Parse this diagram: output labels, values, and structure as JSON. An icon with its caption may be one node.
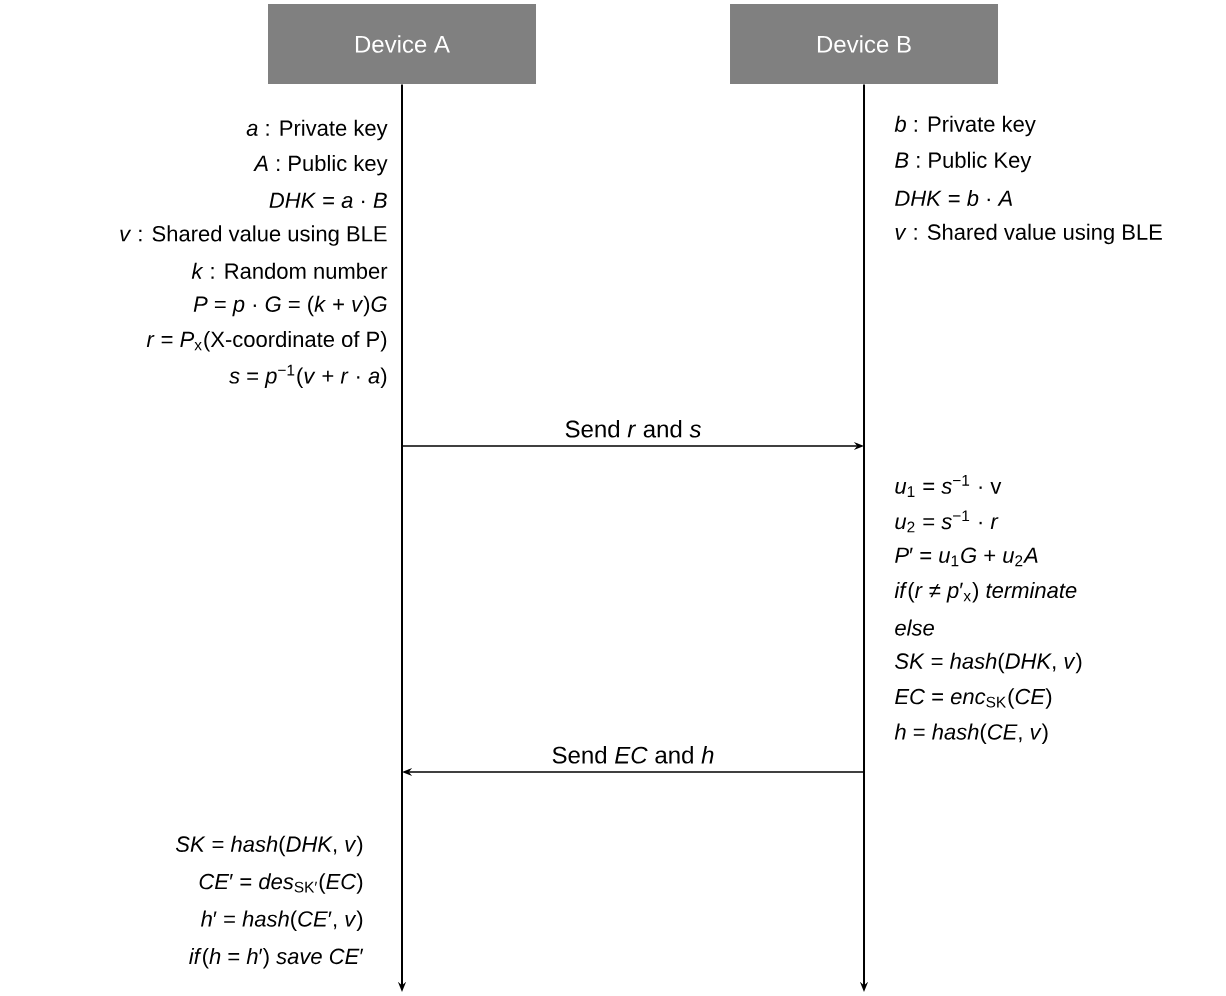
{
  "diagram": {
    "nodes": [
      {
        "text": [
          "Device A"
        ]
      },
      {
        "text": [
          "Device B"
        ]
      }
    ],
    "edges": [
      {
        "from": 0,
        "to": 1,
        "arrow": "to",
        "label": "Send *r* and *s*"
      },
      {
        "from": 1,
        "to": 0,
        "arrow": "to",
        "label": "Send *EC* and *h*"
      }
    ],
    "labels": [
      "*a* : Private key",
      "*A* : Public key",
      "*DHK* = *a* · *B*",
      "*v* : Shared value using BLE",
      "*k* : Random number",
      "*P* = *p* · *G* = (*k* + *v*)*G*",
      "*r* = *P*$_{x}$(X-coordinate of P)",
      "*s* = *p*$^{−1}$(*v* + *r* · *a*)",
      "*b* : Private key",
      "*B* : Public Key",
      "*DHK* = *b* · *A*",
      "*v* : Shared value using BLE",
      "*u*$_{1}$ = *s*$^{−1}$ · v",
      "*u*$_{2}$ = *s*$^{−1}$ · *r*",
      "*P*′ = *u*$_{1}$*G* + *u*$_{2}$*A*",
      "*if*(*r* ≠ *p*′$_{x}$) *terminate*",
      "else",
      "*SK* = *hash*(*DHK*, *v*)",
      "*EC* = *enc*$_{SK}$(*CE*)",
      "*h* = *hash*(*CE*, *v*)",
      "*SK* = *hash*(*DHK*, *v*)",
      "*CE*′ = *des*$_{SK′}$(*EC*)",
      "*h*′ = *hash*(*CE*′, *v*)",
      "*if*(*h* = *h*′) *save CE*′"
    ]
  }
}
